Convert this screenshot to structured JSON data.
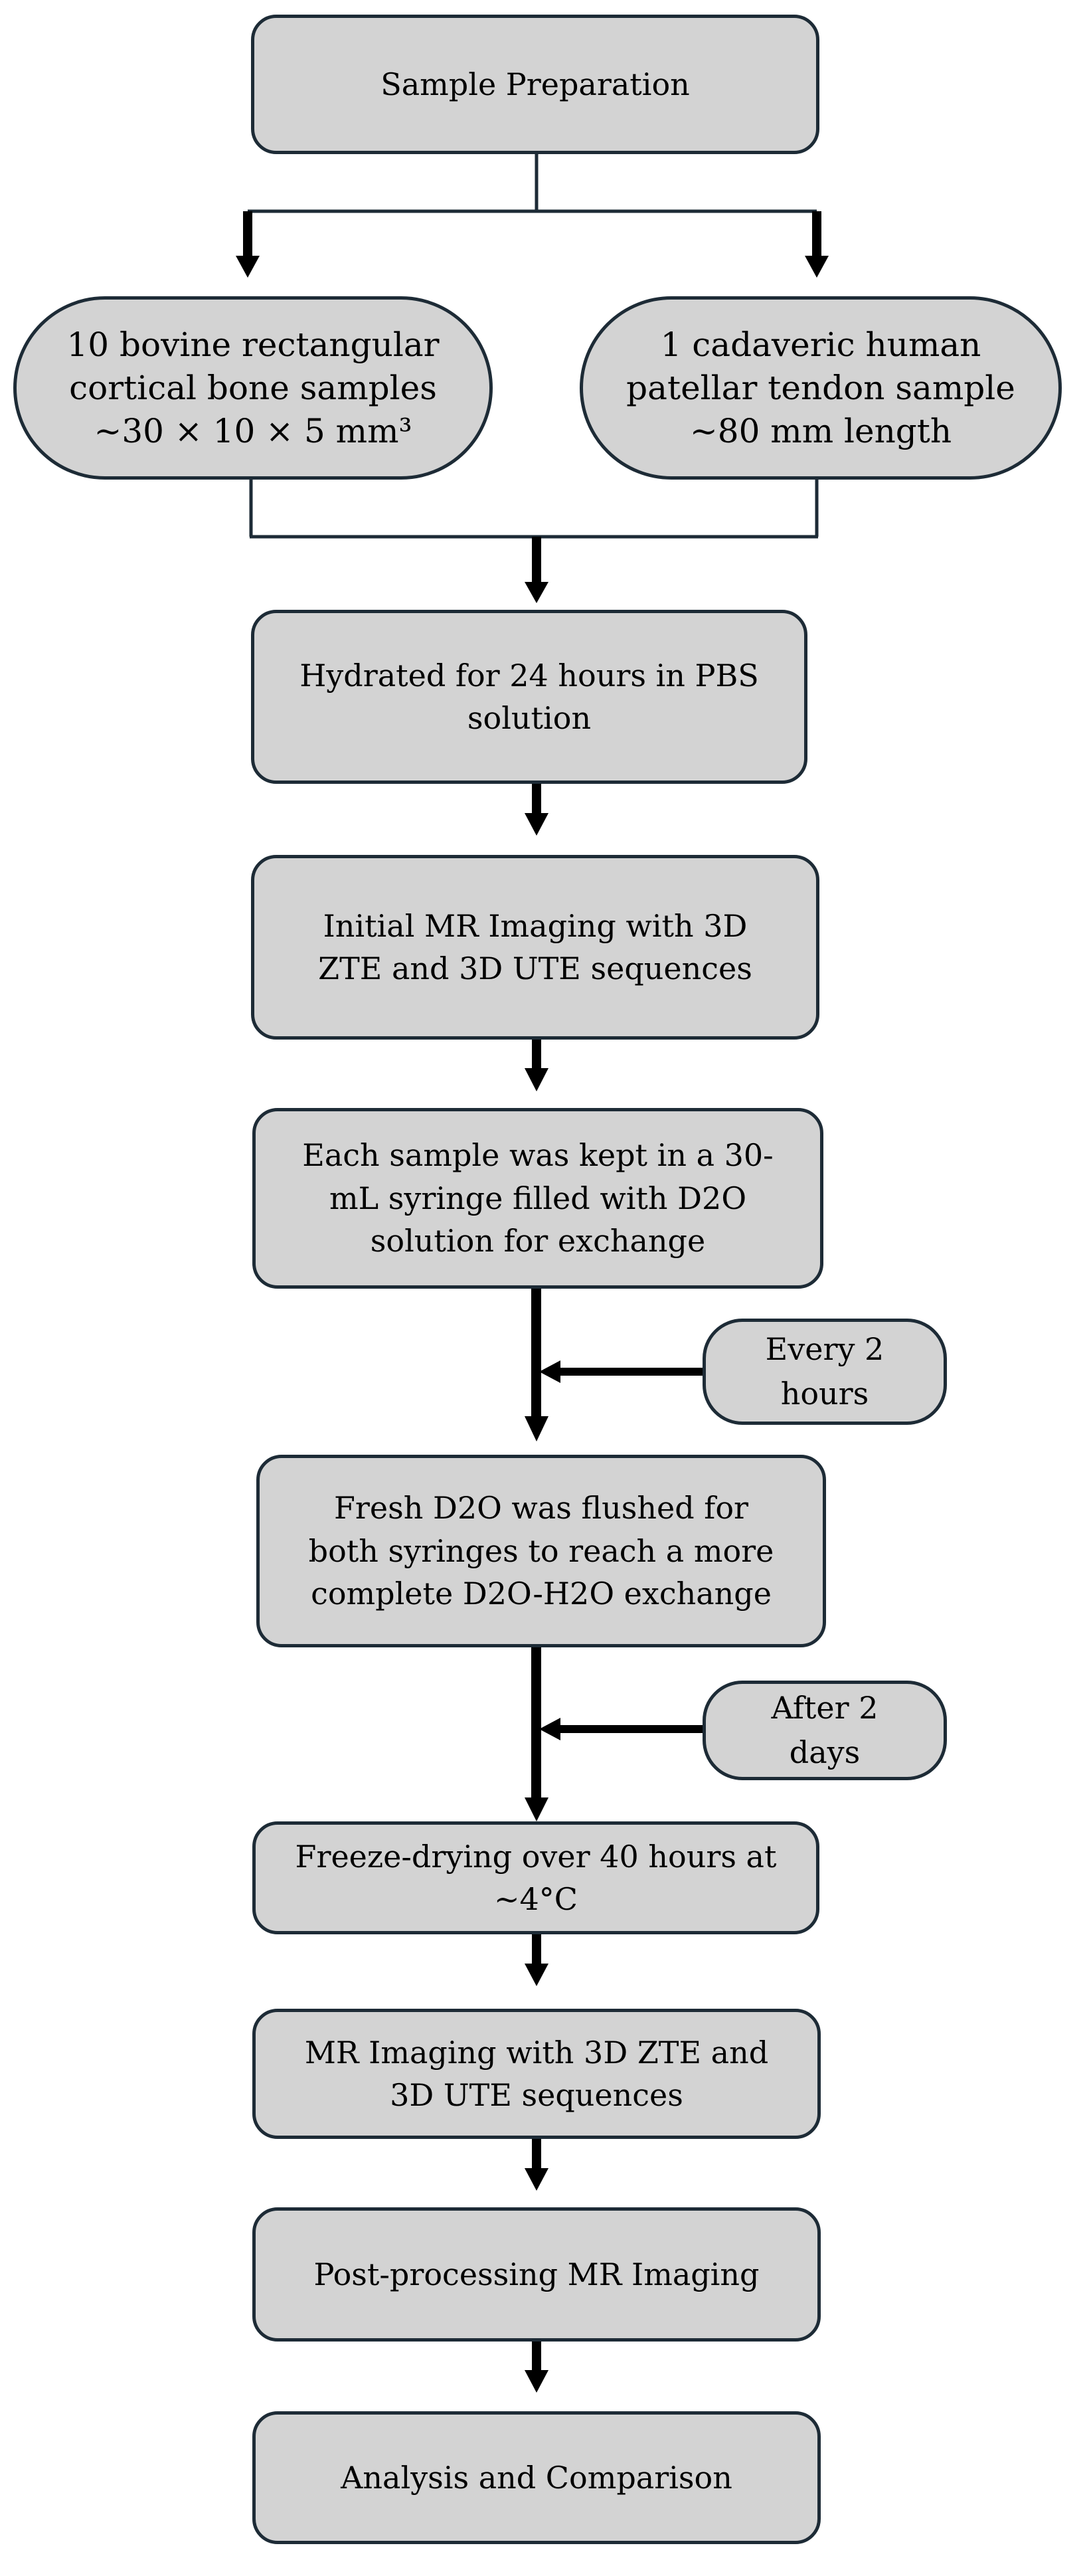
{
  "flowchart": {
    "nodes": {
      "sample_preparation": "Sample Preparation",
      "bovine_samples": "10 bovine rectangular\ncortical bone samples\n~30 × 10 × 5 mm³",
      "tendon_sample": "1 cadaveric human\npatellar tendon sample\n~80 mm length",
      "hydrated": "Hydrated for 24 hours in PBS\nsolution",
      "initial_imaging": "Initial MR Imaging with 3D\nZTE and 3D UTE sequences",
      "syringe": "Each sample was kept in a 30-\nmL syringe filled with D2O\nsolution for exchange",
      "every_2_hours": "Every 2\nhours",
      "fresh_d2o": "Fresh D2O was flushed for\nboth syringes to reach a more\ncomplete D2O-H2O exchange",
      "after_2_days": "After 2\ndays",
      "freeze_drying": "Freeze-drying over 40 hours at\n~4°C",
      "mr_imaging": "MR Imaging with 3D ZTE and\n3D UTE sequences",
      "post_processing": "Post-processing MR Imaging",
      "analysis": "Analysis and Comparison"
    }
  }
}
